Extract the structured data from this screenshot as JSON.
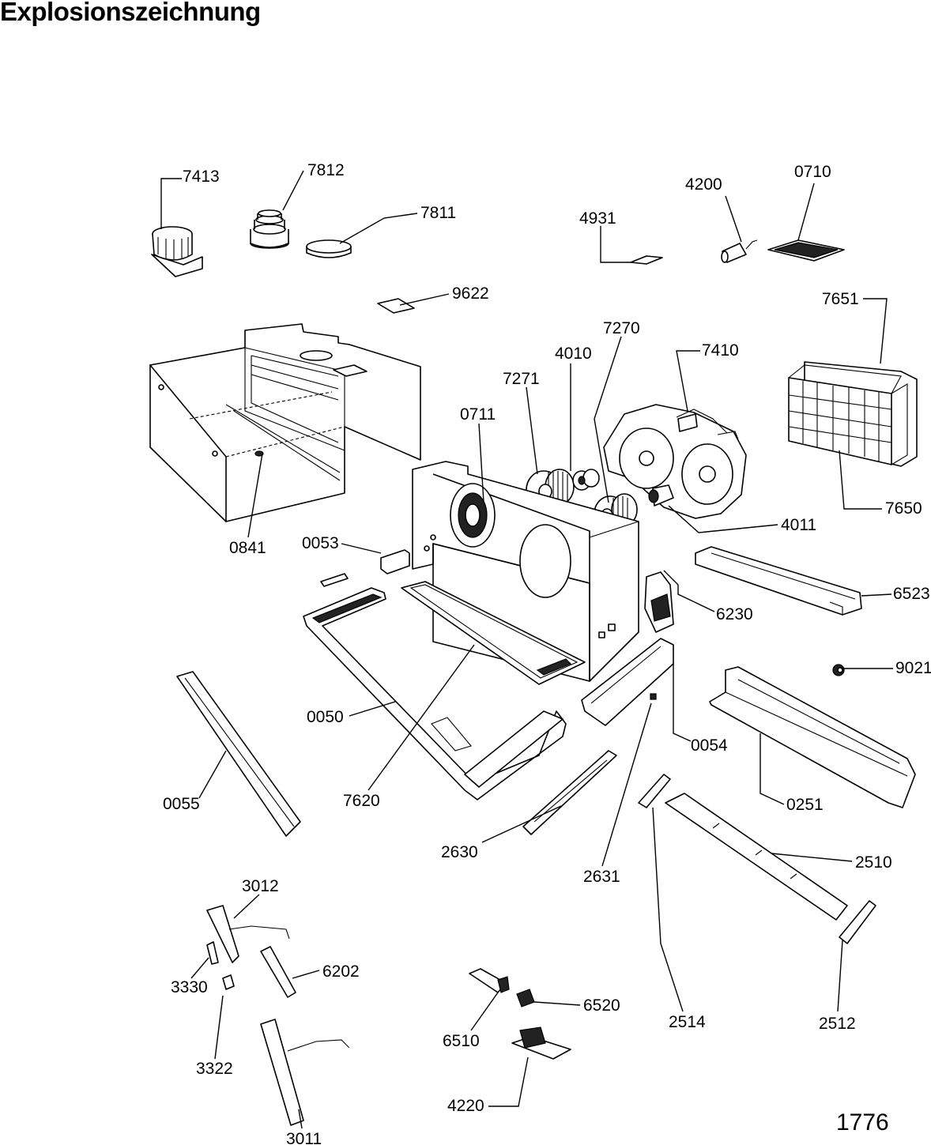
{
  "title": "Explosionszeichnung",
  "drawing_number": "1776",
  "parts": [
    {
      "id": "7413"
    },
    {
      "id": "7812"
    },
    {
      "id": "7811"
    },
    {
      "id": "4931"
    },
    {
      "id": "4200"
    },
    {
      "id": "0710"
    },
    {
      "id": "9622"
    },
    {
      "id": "7651"
    },
    {
      "id": "7270"
    },
    {
      "id": "7410"
    },
    {
      "id": "4010"
    },
    {
      "id": "7271"
    },
    {
      "id": "0711"
    },
    {
      "id": "7650"
    },
    {
      "id": "4011"
    },
    {
      "id": "0841"
    },
    {
      "id": "0053"
    },
    {
      "id": "6523"
    },
    {
      "id": "6230"
    },
    {
      "id": "9021"
    },
    {
      "id": "0050"
    },
    {
      "id": "0054"
    },
    {
      "id": "0055"
    },
    {
      "id": "7620"
    },
    {
      "id": "0251"
    },
    {
      "id": "2630"
    },
    {
      "id": "2510"
    },
    {
      "id": "2631"
    },
    {
      "id": "3012"
    },
    {
      "id": "6202"
    },
    {
      "id": "3330"
    },
    {
      "id": "6520"
    },
    {
      "id": "2514"
    },
    {
      "id": "2512"
    },
    {
      "id": "6510"
    },
    {
      "id": "3322"
    },
    {
      "id": "4220"
    },
    {
      "id": "3011"
    }
  ]
}
